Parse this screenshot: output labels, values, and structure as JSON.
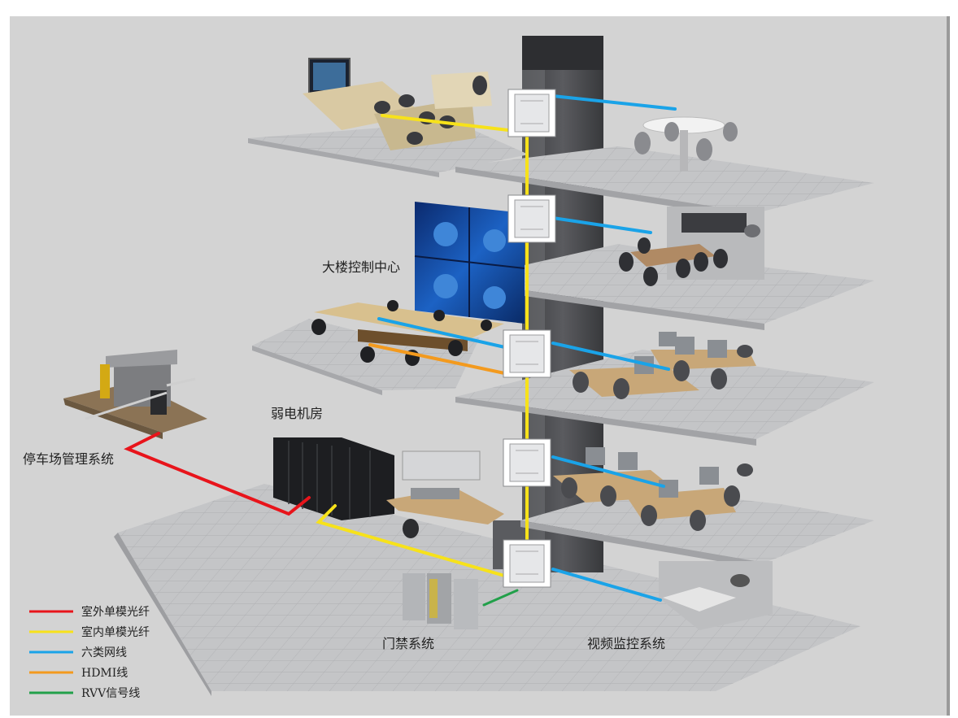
{
  "labels": {
    "control_center": "大楼控制中心",
    "server_room": "弱电机房",
    "parking": "停车场管理系统",
    "access": "门禁系统",
    "cctv": "视频监控系统"
  },
  "legend": [
    {
      "label": "室外单模光纤",
      "color": "#e8141b"
    },
    {
      "label": "室内单模光纤",
      "color": "#f7e21a"
    },
    {
      "label": "六类网线",
      "color": "#1aa3e8"
    },
    {
      "label": "HDMI线",
      "color": "#f39a1e"
    },
    {
      "label": "RVV信号线",
      "color": "#22a04a"
    }
  ],
  "colors": {
    "background": "#d2d2d2",
    "floor": "#c9cacb",
    "floor_edge": "#8d8e90",
    "building_core": "#4a4b4e"
  }
}
